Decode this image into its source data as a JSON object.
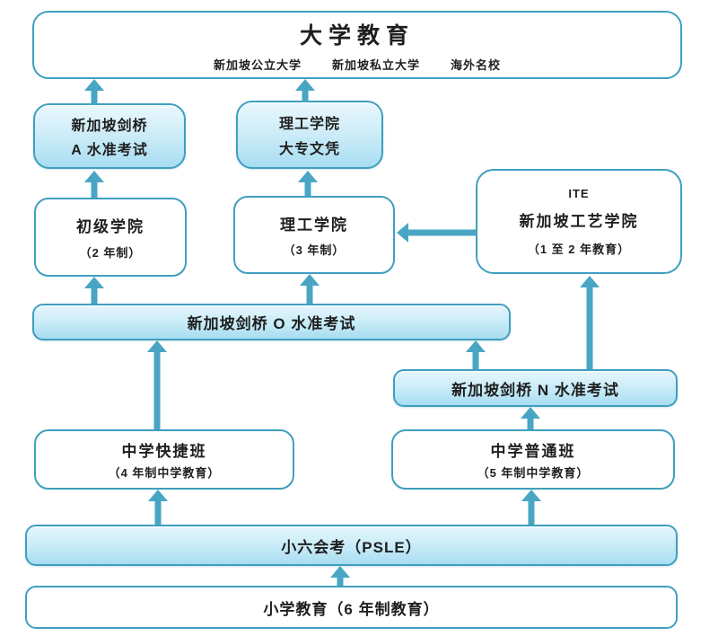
{
  "colors": {
    "border_teal": "#3f9fbf",
    "arrow_teal": "#48a6c4",
    "box_gradient_top": "#eaf8fd",
    "box_gradient_bottom": "#a8ddf1",
    "text": "#1f1f1f",
    "background": "#ffffff"
  },
  "nodes": {
    "university": {
      "title": "大学教育",
      "subtitles": [
        "新加坡公立大学",
        "新加坡私立大学",
        "海外名校"
      ]
    },
    "a_level": {
      "line1": "新加坡剑桥",
      "line2": "A 水准考试"
    },
    "poly_diploma": {
      "line1": "理工学院",
      "line2": "大专文凭"
    },
    "junior_college": {
      "title": "初级学院",
      "subtitle": "（2 年制）"
    },
    "polytechnic": {
      "title": "理工学院",
      "subtitle": "（3 年制）"
    },
    "ite": {
      "line1": "ITE",
      "line2": "新加坡工艺学院",
      "line3": "（1 至 2 年教育）"
    },
    "o_level_bar": {
      "label": "新加坡剑桥 O 水准考试"
    },
    "n_level_bar": {
      "label": "新加坡剑桥 N 水准考试"
    },
    "secondary_express": {
      "title": "中学快捷班",
      "subtitle": "（4 年制中学教育）"
    },
    "secondary_normal": {
      "title": "中学普通班",
      "subtitle": "（5 年制中学教育）"
    },
    "psle_bar": {
      "label": "小六会考（PSLE）"
    },
    "primary_bar": {
      "label": "小学教育（6 年制教育）"
    }
  }
}
